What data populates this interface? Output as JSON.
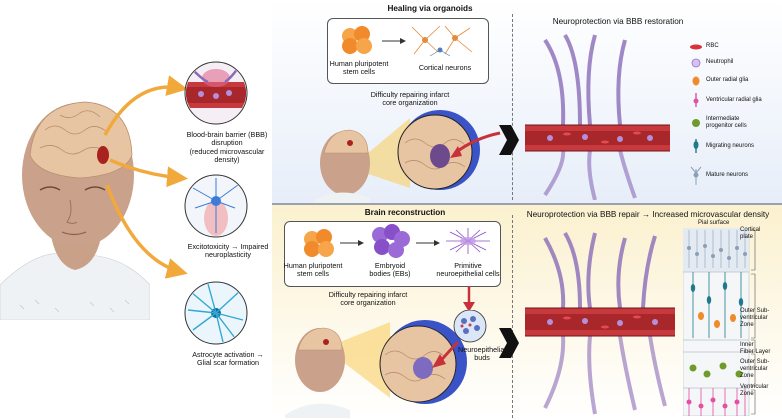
{
  "left_panel": {
    "bbb_label": "Blood-brain barrier (BBB)\ndisruption\n(reduced microvascular\ndensity)",
    "excito_label": "Excitotoxicity → Impaired\nneuroplasticity",
    "astro_label": "Astrocyte activation →\nGlial scar formation"
  },
  "top_panel": {
    "title": "Healing via organoids",
    "box_left": "Human pluripotent\nstem cells",
    "box_right": "Cortical neurons",
    "caption": "Difficulty repairing infarct\ncore organization",
    "right_title": "Neuroprotection via BBB restoration"
  },
  "bottom_panel": {
    "title": "Brain reconstruction",
    "box_1": "Human pluripotent\nstem cells",
    "box_2": "Embryoid\nbodies (EBs)",
    "box_3": "Primitive\nneuroepithelial cells",
    "caption": "Difficulty repairing infarct\ncore organization",
    "buds_label": "Neuroepithelial\nbuds",
    "right_title": "Neuroprotection via BBB repair → Increased microvascular density"
  },
  "legend": {
    "items": [
      {
        "label": "RBC",
        "icon": "rbc-icon",
        "color": "#d8323a"
      },
      {
        "label": "Neutrophil",
        "icon": "neutrophil-icon",
        "color": "#b58fdc"
      },
      {
        "label": "Outer radial glia",
        "icon": "outer-radial-glia-icon",
        "color": "#f08a2a"
      },
      {
        "label": "Ventricular radial glia",
        "icon": "ventricular-radial-glia-icon",
        "color": "#e34fa2"
      },
      {
        "label": "Intermediate\nprogenitor cells",
        "icon": "intermediate-progenitor-icon",
        "color": "#6f9a2c"
      },
      {
        "label": "Migrating neurons",
        "icon": "migrating-neuron-icon",
        "color": "#1f7a8c"
      },
      {
        "label": "Mature neurons",
        "icon": "mature-neuron-icon",
        "color": "#8aa0b8"
      }
    ]
  },
  "cortex": {
    "pial_surface": "Pial surface",
    "zones": [
      {
        "label": "Cortical\nplate"
      },
      {
        "label": "Outer Sub-\nventricular\nZone"
      },
      {
        "label": "Inner\nFiber Layer"
      },
      {
        "label": "Outer Sub-\nventricular\nZone"
      },
      {
        "label": "Ventricular\nZone"
      }
    ]
  },
  "colors": {
    "arrow": "#f2a93b",
    "vessel": "#c8393d",
    "astro": "#8a6bb8",
    "brain": "#e7c5a3",
    "skin": "#c9a088"
  }
}
